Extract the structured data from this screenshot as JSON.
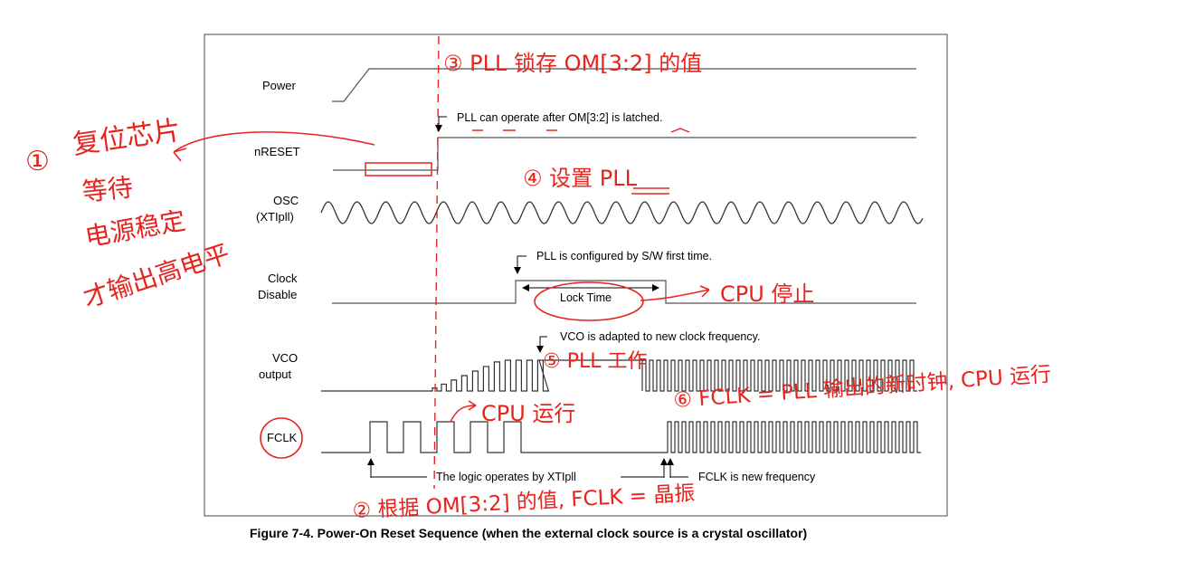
{
  "signals": {
    "power": "Power",
    "nreset": "nRESET",
    "osc_line1": "OSC",
    "osc_line2": "(XTIpll)",
    "clock_disable_line1": "Clock",
    "clock_disable_line2": "Disable",
    "vco_line1": "VCO",
    "vco_line2": "output",
    "fclk": "FCLK"
  },
  "annotations": {
    "pll_latched": "PLL can operate after OM[3:2] is latched.",
    "pll_configured": "PLL is configured by S/W first time.",
    "lock_time": "Lock Time",
    "vco_adapted": "VCO is adapted to new clock frequency.",
    "logic_xtipll": "The logic operates by XTIpll",
    "fclk_new": "FCLK is new frequency"
  },
  "caption": "Figure 7-4. Power-On Reset Sequence (when the external clock source is a crystal oscillator)",
  "handwritten": {
    "step1_num": "①",
    "step1_text_a": "复位芯片",
    "step1_text_b": "等待",
    "step1_text_c": "电源稳定",
    "step1_text_d": "才输出高电平",
    "step2": "② 根据 OM[3:2] 的值, FCLK = 晶振",
    "step3": "③ PLL 锁存 OM[3:2] 的值",
    "step4": "④ 设置 PLL",
    "step5": "⑤ PLL 工作",
    "step6": "⑥ FCLK = PLL 输出的新时钟, CPU 运行",
    "cpu_stop": "CPU 停止",
    "cpu_run": "CPU 运行"
  },
  "colors": {
    "ink": "#000000",
    "signal_gray": "#555555",
    "handwriting": "#e8231e"
  }
}
